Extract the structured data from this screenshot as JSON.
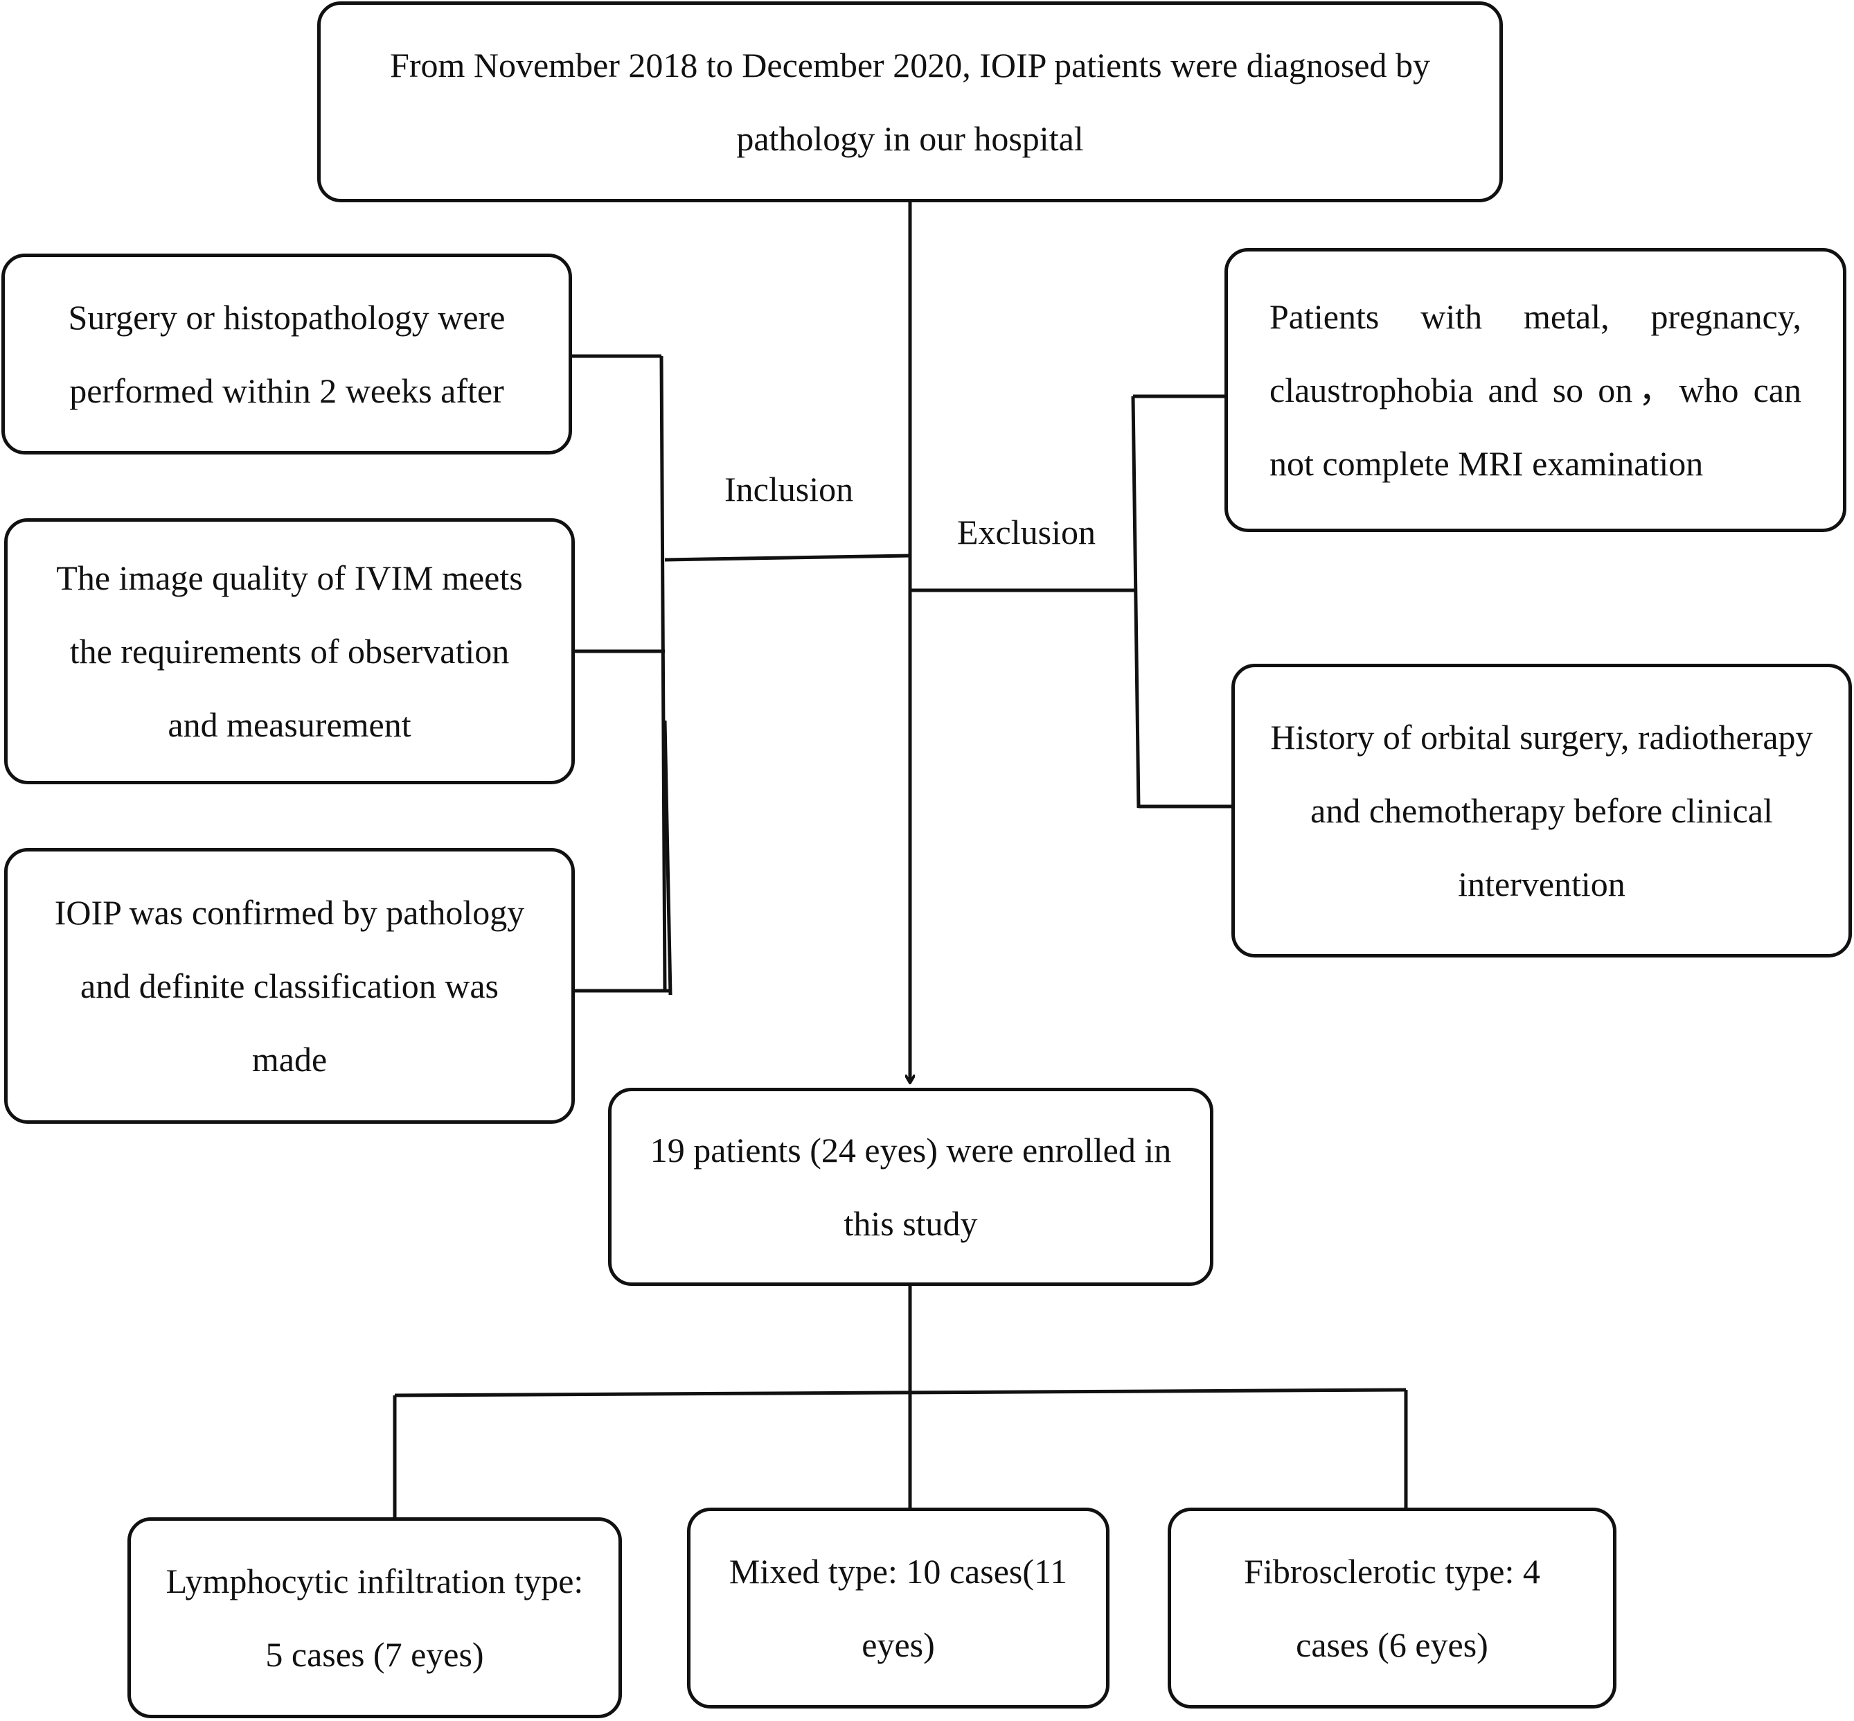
{
  "top": {
    "text": "From November 2018 to December 2020, IOIP patients were diagnosed by pathology in our hospital"
  },
  "inclusion": {
    "label": "Inclusion",
    "criteria": [
      "Surgery or histopathology were performed within 2 weeks after",
      "The image quality of IVIM meets the requirements of observation and measurement",
      "IOIP was confirmed by pathology and definite classification was made"
    ]
  },
  "exclusion": {
    "label": "Exclusion",
    "criteria": [
      "Patients with metal, pregnancy, claustrophobia and so on，who can not complete MRI examination",
      "History of orbital surgery, radiotherapy and chemotherapy before clinical intervention"
    ]
  },
  "enrolled": {
    "text": "19 patients (24 eyes) were enrolled in this study"
  },
  "outcomes": [
    "Lymphocytic infiltration type: 5 cases (7 eyes)",
    "Mixed type: 10 cases(11 eyes)",
    "Fibrosclerotic type: 4 cases (6 eyes)"
  ]
}
